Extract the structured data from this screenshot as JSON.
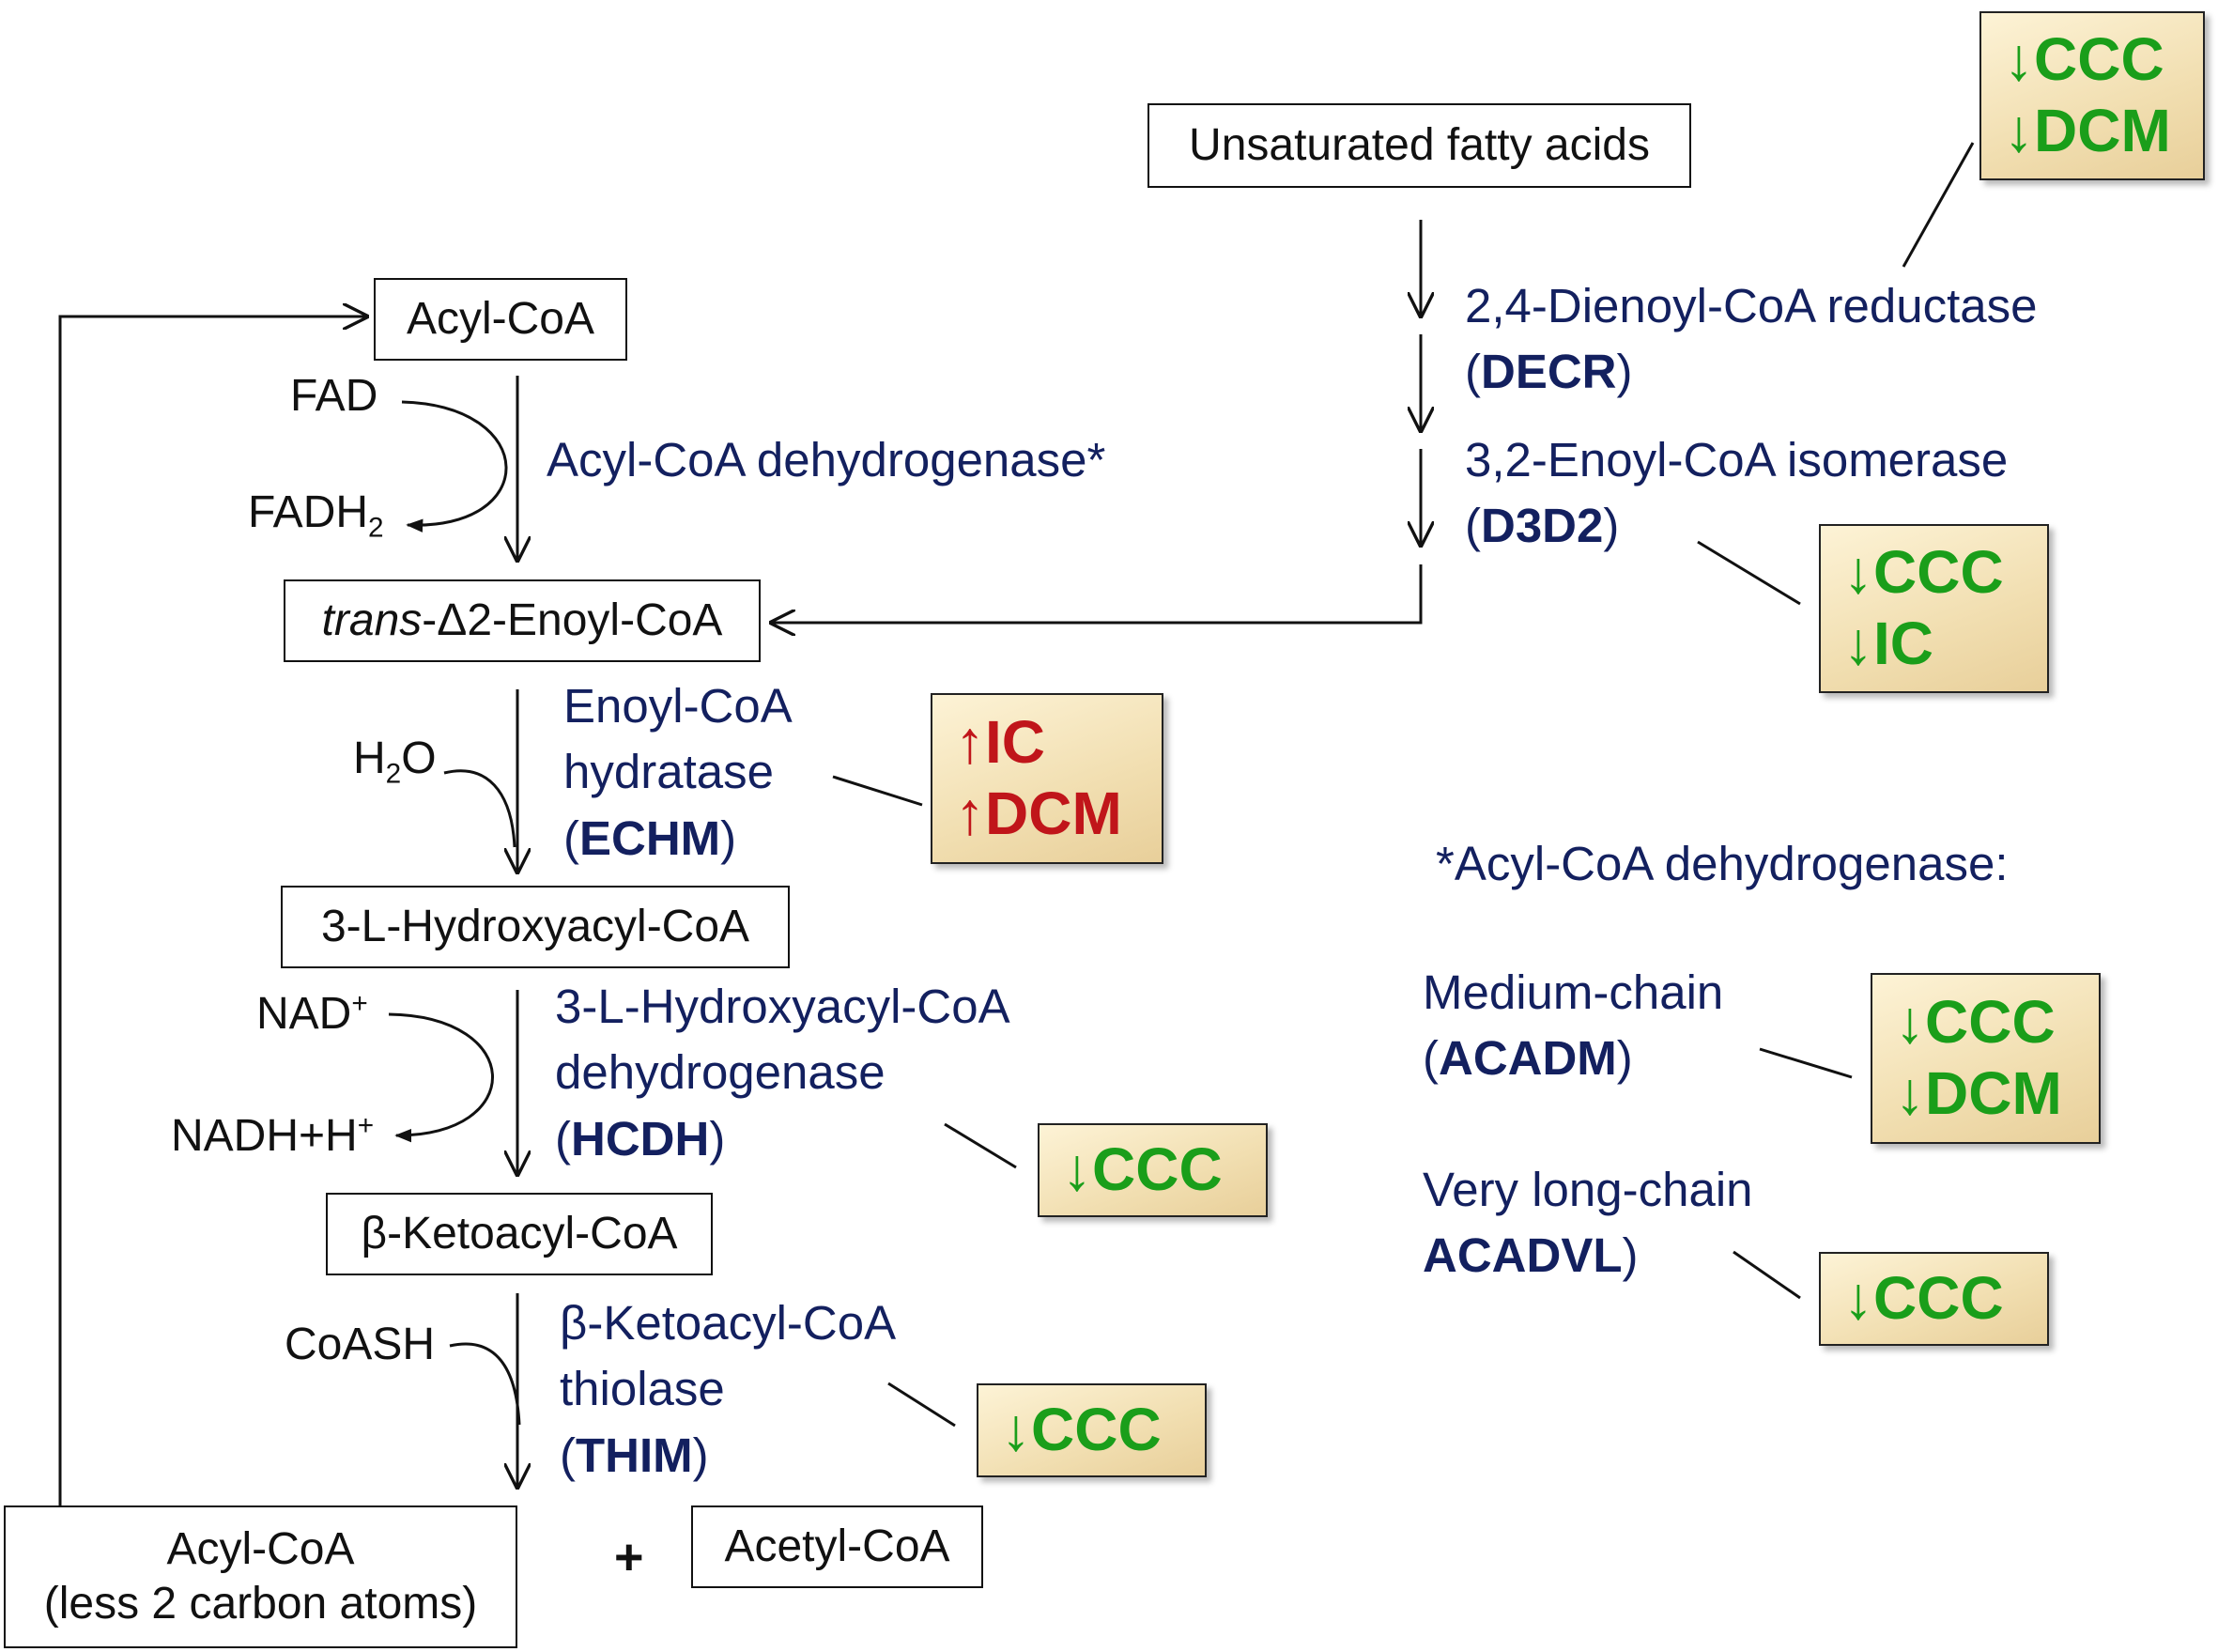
{
  "metabolites": {
    "acyl_coa": "Acyl-CoA",
    "trans_enoyl_coa_prefix": "trans",
    "trans_enoyl_coa_rest": "-Δ2-Enoyl-CoA",
    "hydroxyacyl_coa": "3-L-Hydroxyacyl-CoA",
    "ketoacyl_coa": "β-Ketoacyl-CoA",
    "acyl_coa_short_line1": "Acyl-CoA",
    "acyl_coa_short_line2": "(less 2 carbon atoms)",
    "acetyl_coa": "Acetyl-CoA",
    "plus": "+",
    "unsaturated_fatty_acids": "Unsaturated fatty acids"
  },
  "cofactors": {
    "fad": "FAD",
    "fadh2": "FADH",
    "fadh2_sub": "2",
    "h2o_h": "H",
    "h2o_sub": "2",
    "h2o_o": "O",
    "nad": "NAD",
    "nad_sup": "+",
    "nadh": "NADH+H",
    "nadh_sup": "+",
    "coash": "CoASH"
  },
  "enzymes": {
    "acad": "Acyl-CoA dehydrogenase*",
    "echm_line1": "Enoyl-CoA",
    "echm_line2": "hydratase",
    "echm_abbr": "ECHM",
    "hcdh_line1": "3-L-Hydroxyacyl-CoA",
    "hcdh_line2": "dehydrogenase",
    "hcdh_abbr": "HCDH",
    "thim_line1": "β-Ketoacyl-CoA",
    "thim_line2": "thiolase",
    "thim_abbr": "THIM",
    "decr_line1": "2,4-Dienoyl-CoA reductase",
    "decr_abbr": "DECR",
    "d3d2_line1": "3,2-Enoyl-CoA isomerase",
    "d3d2_abbr": "D3D2",
    "acad_note": "*Acyl-CoA dehydrogenase:",
    "acadm_line1": "Medium-chain",
    "acadm_abbr": "ACADM",
    "acadvl_line1": "Very long-chain",
    "acadvl_abbr": "ACADVL"
  },
  "paren_open": "(",
  "paren_close": ")",
  "badges": {
    "decr": [
      "↓CCC",
      "↓DCM"
    ],
    "d3d2": [
      "↓CCC",
      "↓IC"
    ],
    "echm": [
      "↑IC",
      "↑DCM"
    ],
    "hcdh": [
      "↓CCC"
    ],
    "thim": [
      "↓CCC"
    ],
    "acadm": [
      "↓CCC",
      "↓DCM"
    ],
    "acadvl": [
      "↓CCC"
    ]
  },
  "colors": {
    "enzyme_text": "#13205f",
    "decrease": "#1a9e1a",
    "increase": "#c0151a",
    "badge_fill": "#f1deb0"
  }
}
